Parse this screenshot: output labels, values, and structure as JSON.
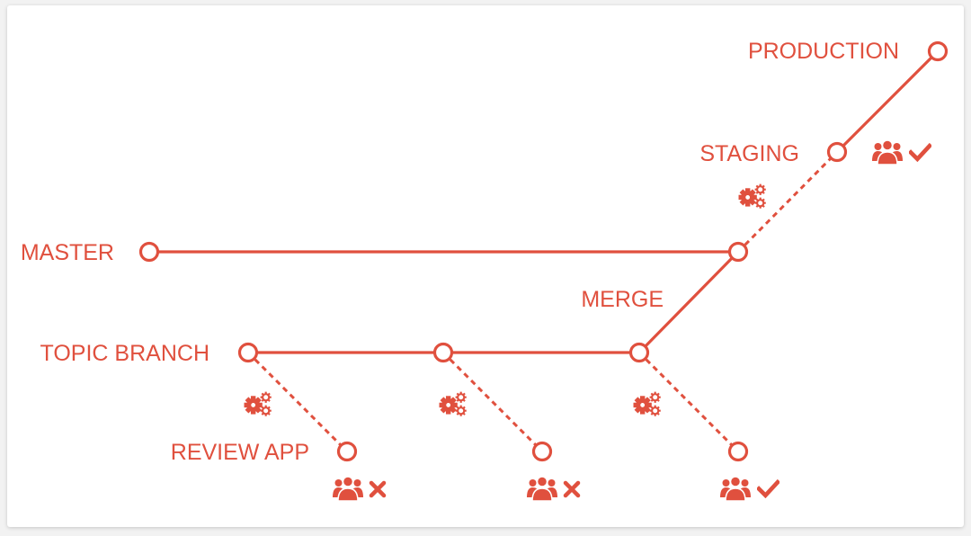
{
  "colors": {
    "accent": "#e0503e",
    "background": "#ffffff"
  },
  "labels": {
    "production": "PRODUCTION",
    "staging": "STAGING",
    "master": "MASTER",
    "merge": "MERGE",
    "topic_branch": "TOPIC BRANCH",
    "review_app": "REVIEW APP"
  },
  "icons": {
    "team": "team-icon",
    "approve": "check-icon",
    "reject": "cross-icon",
    "build": "gears-icon"
  },
  "reviews": [
    {
      "stage": "review-app-1",
      "result": "rejected"
    },
    {
      "stage": "review-app-2",
      "result": "rejected"
    },
    {
      "stage": "review-app-3",
      "result": "approved"
    },
    {
      "stage": "staging",
      "result": "approved"
    }
  ]
}
